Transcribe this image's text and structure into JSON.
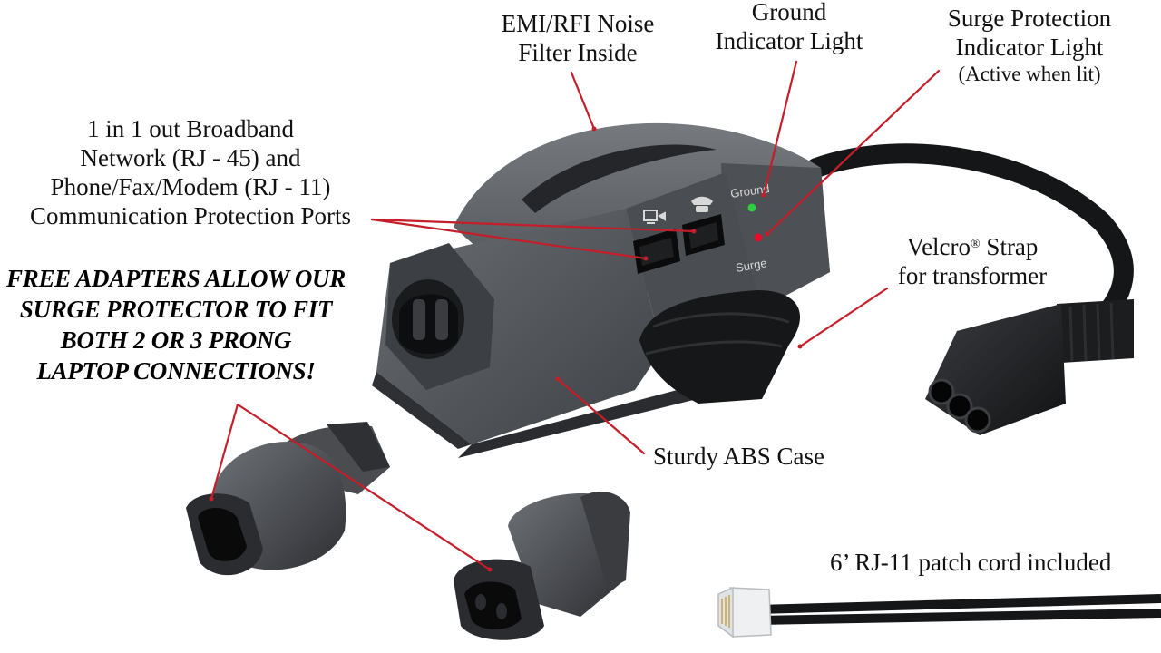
{
  "labels": {
    "emi_filter": [
      "EMI/RFI Noise",
      "Filter Inside"
    ],
    "ground_light": [
      "Ground",
      "Indicator Light"
    ],
    "surge_light": [
      "Surge Protection",
      "Indicator Light",
      "(Active when lit)"
    ],
    "ports": [
      "1 in 1 out Broadband",
      "Network (RJ - 45) and",
      "Phone/Fax/Modem (RJ - 11)",
      "Communication Protection Ports"
    ],
    "velcro_word": "Velcro",
    "velcro_reg": "®",
    "velcro_rest": " Strap",
    "velcro_line2": "for transformer",
    "case": "Sturdy ABS Case",
    "patch_cord": "6’ RJ-11 patch cord included"
  },
  "promo": [
    "FREE ADAPTERS ALLOW OUR",
    "SURGE PROTECTOR TO FIT",
    "BOTH 2 OR 3 PRONG",
    "LAPTOP CONNECTIONS!"
  ],
  "device_markings": {
    "ground": "Ground",
    "surge": "Surge"
  },
  "colors": {
    "pointer": "#c41e2a",
    "case": "#55585c",
    "ground_led": "#2ecc40",
    "surge_led": "#e0102a"
  },
  "icons": [
    "computer-port-icon",
    "phone-port-icon"
  ]
}
